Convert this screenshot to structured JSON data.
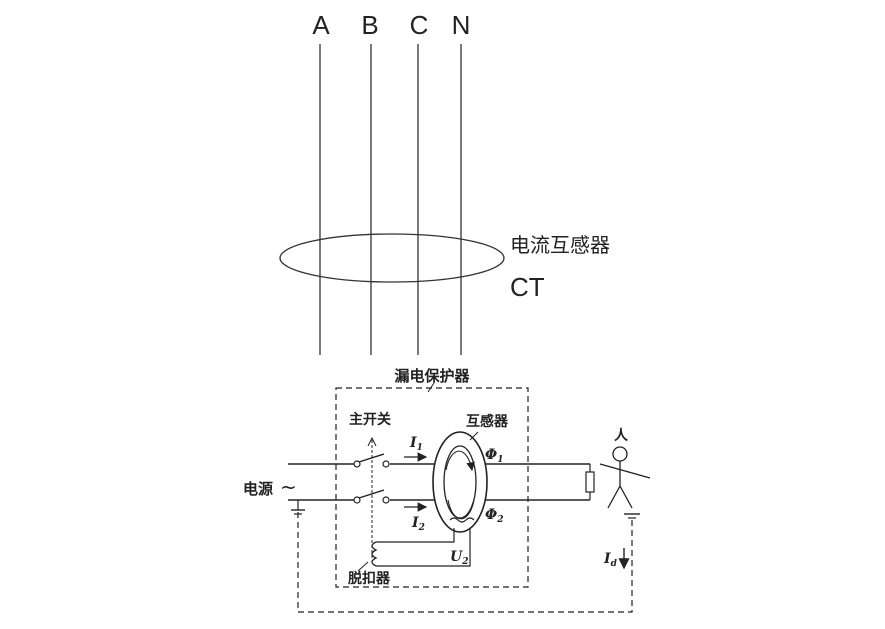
{
  "top": {
    "phases": [
      "A",
      "B",
      "C",
      "N"
    ],
    "ct_name": "电流互感器",
    "ct_abbr": "CT"
  },
  "bottom": {
    "device": "漏电保护器",
    "main_switch": "主开关",
    "transformer": "互感器",
    "person": "人",
    "source": "电源",
    "source_symbol": "~",
    "trip": "脱扣器",
    "i1": "I",
    "i1_sub": "1",
    "i2": "I",
    "i2_sub": "2",
    "phi1": "Φ",
    "phi1_sub": "1",
    "phi2": "Φ",
    "phi2_sub": "2",
    "u2": "U",
    "u2_sub": "2",
    "id": "I",
    "id_sub": "d"
  }
}
